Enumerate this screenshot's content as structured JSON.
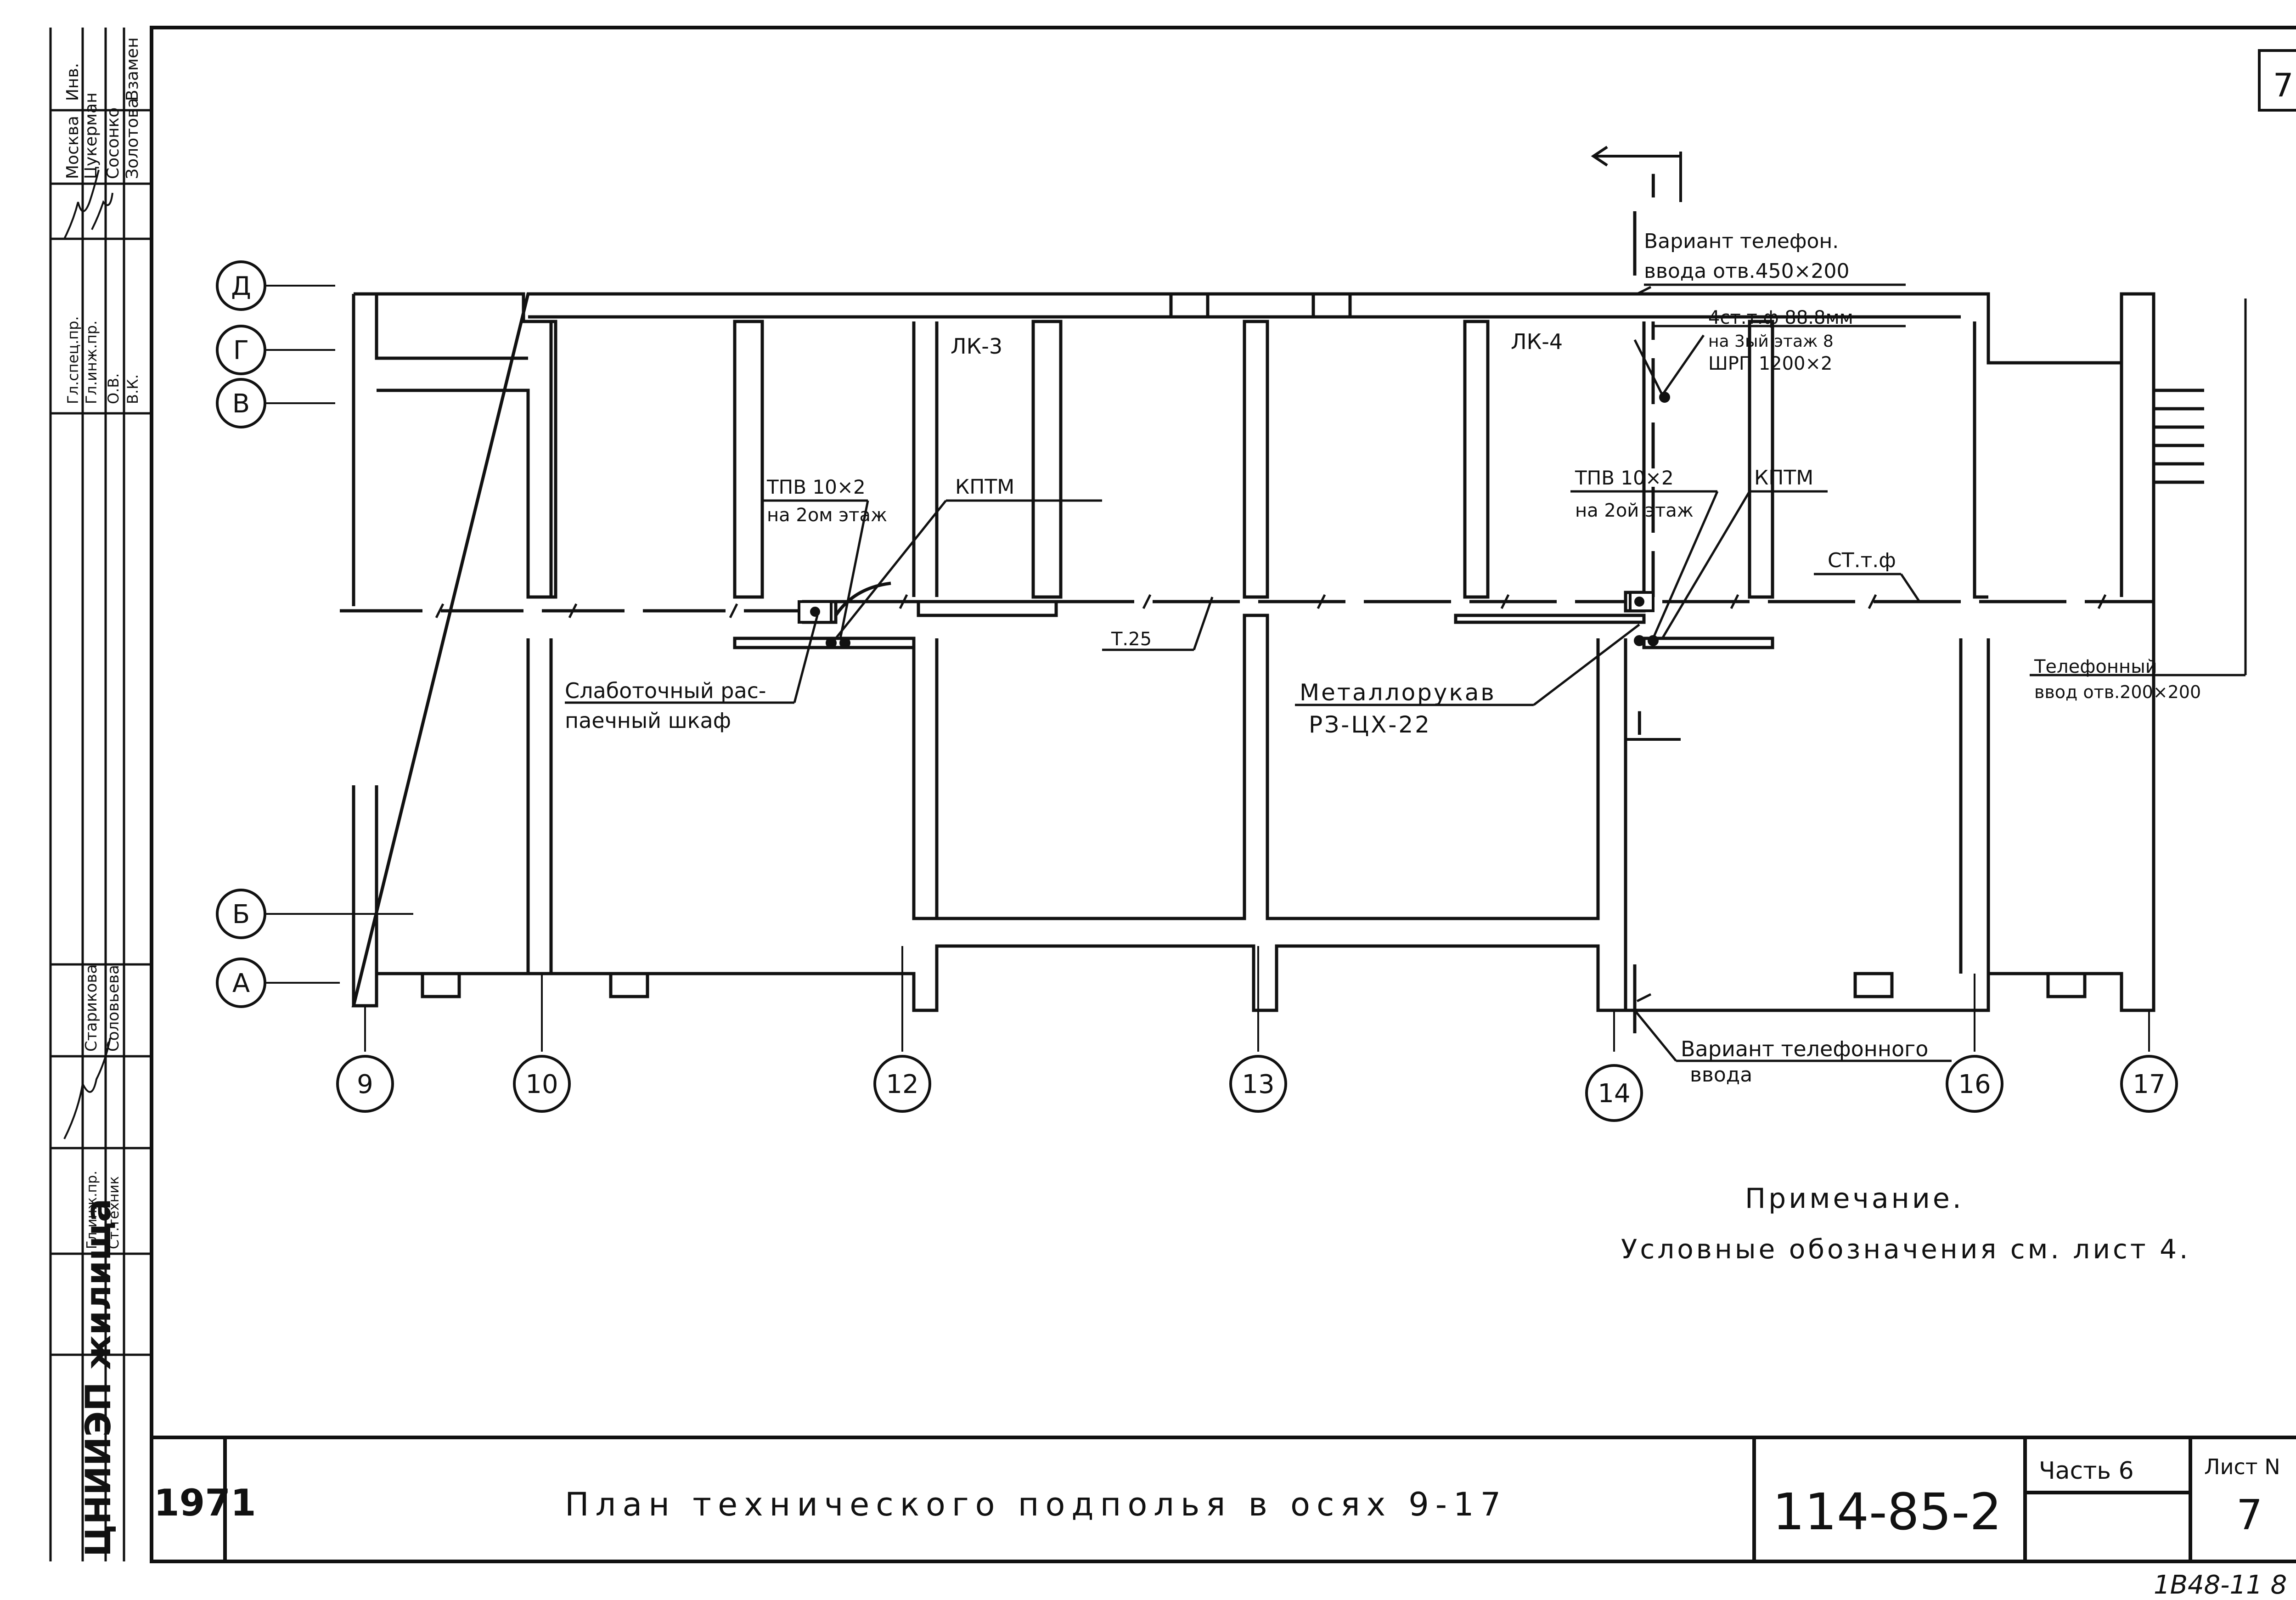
{
  "sheet_corner": "7",
  "section_mark": "I",
  "axes_letters": [
    "Д",
    "Г",
    "В",
    "Б",
    "А"
  ],
  "axes_numbers": [
    "9",
    "10",
    "12",
    "13",
    "14",
    "16",
    "17"
  ],
  "rooms": {
    "lk3": "ЛК-3",
    "lk4": "ЛК-4"
  },
  "labels": {
    "variant_phone_1": "Вариант телефон.",
    "variant_phone_2": "ввода отв.450×200",
    "stpf_1": "4ст.т.ф 88.8мм",
    "stpf_2": "на 3ый этаж 8",
    "stpf_3": "ШРП 1200×2",
    "tpv_left_1": "ТПВ 10×2",
    "tpv_left_2": "на 2ом этаж",
    "kptm_left": "КПТМ",
    "tpv_right_1": "ТПВ 10×2",
    "tpv_right_2": "на 2ой этаж",
    "kptm_right": "КПТМ",
    "stt": "СТ.т.ф",
    "t25": "Т.25",
    "cabinet_1": "Слаботочный рас-",
    "cabinet_2": "паечный шкаф",
    "metal_1": "Металлорукав",
    "metal_2": "РЗ-ЦХ-22",
    "phone_in_1": "Телефонный",
    "phone_in_2": "ввод отв.200×200",
    "variant_bottom_1": "Вариант телефонного",
    "variant_bottom_2": "ввода"
  },
  "note": {
    "title": "Примечание.",
    "text": "Условные обозначения см. лист 4."
  },
  "title_block": {
    "year": "1971",
    "title": "План технического подполья в осях 9-17",
    "code": "114-85-2",
    "part": "Часть 6",
    "sheet_label": "Лист N",
    "sheet_no": "7"
  },
  "stamp": "1В48-11 8",
  "side_block": {
    "cols_top": [
      "Москва",
      "Цукерман",
      "Сосонко",
      "Золотова"
    ],
    "cols_top_b": [
      "Инв.",
      "",
      "",
      "Взамен"
    ],
    "roles_top": [
      "Гл.спец.пр.",
      "Гл.инж.пр.",
      "О.В.",
      "В.К."
    ],
    "roles_mid": [
      "Гл.инж.пр.",
      "Ст.техник"
    ],
    "names_mid": [
      "Старикова",
      "Соловьева"
    ],
    "org": "ЦНИИЭП жилища"
  }
}
